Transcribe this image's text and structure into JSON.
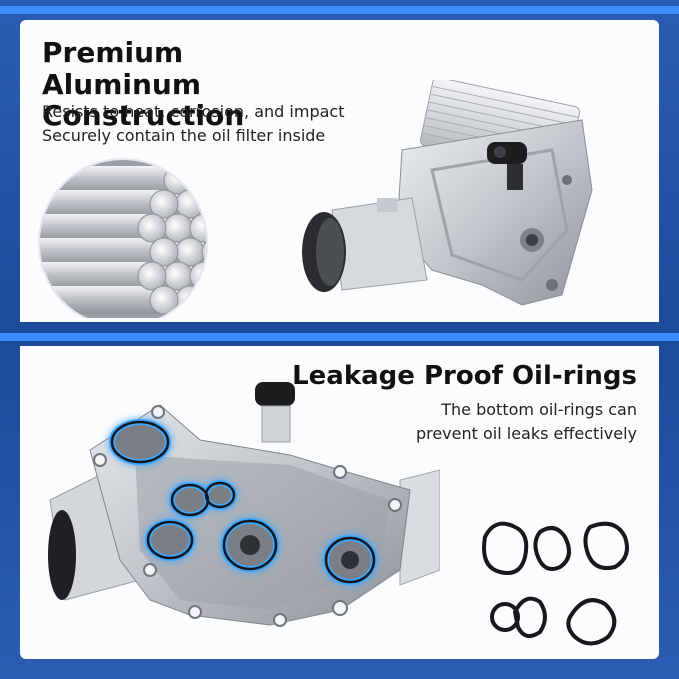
{
  "top": {
    "heading_line1": "Premium Aluminum",
    "heading_line2": "Construction",
    "line1": "Resists to heat, corrosion, and impact",
    "line2": "Securely contain the oil filter inside"
  },
  "bottom": {
    "heading": "Leakage Proof Oil-rings",
    "line1": "The bottom oil-rings can",
    "line2": "prevent oil leaks effectively"
  },
  "colors": {
    "background_blue": "#1f4fa0",
    "accent_blue": "#3c8bff",
    "seal_glow": "#3fa7ff",
    "aluminum": "#c8ccd2"
  }
}
